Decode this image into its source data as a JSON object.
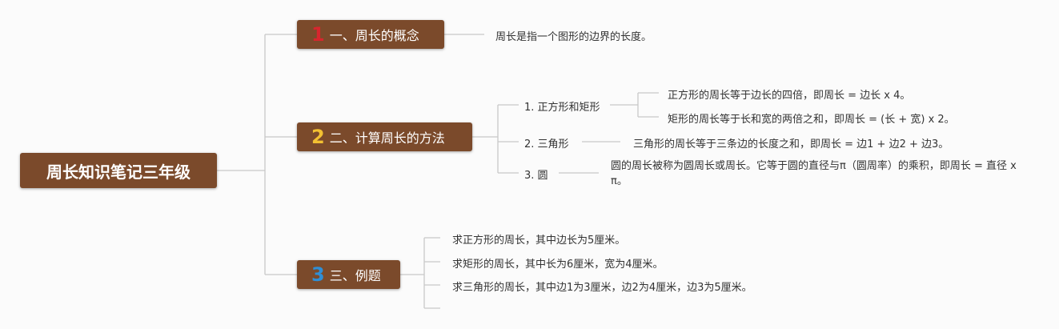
{
  "root": {
    "title": "周长知识笔记三年级"
  },
  "branches": [
    {
      "num": "1",
      "title": "一、周长的概念",
      "num_color": "#d7262e"
    },
    {
      "num": "2",
      "title": "二、计算周长的方法",
      "num_color": "#f3c132"
    },
    {
      "num": "3",
      "title": "三、例题",
      "num_color": "#2f8fd6"
    }
  ],
  "concept": {
    "text": "周长是指一个图形的边界的长度。"
  },
  "methods": {
    "square_rect": {
      "label": "1. 正方形和矩形",
      "square": "正方形的周长等于边长的四倍，即周长 = 边长 x 4。",
      "rect": "矩形的周长等于长和宽的两倍之和，即周长 = (长 + 宽) x 2。"
    },
    "triangle": {
      "label": "2. 三角形",
      "text": "三角形的周长等于三条边的长度之和，即周长 = 边1 + 边2 + 边3。"
    },
    "circle": {
      "label": "3. 圆",
      "text": "圆的周长被称为圆周长或周长。它等于圆的直径与π（圆周率）的乘积，即周长 = 直径 x π。"
    }
  },
  "examples": [
    "求正方形的周长，其中边长为5厘米。",
    "求矩形的周长，其中长为6厘米，宽为4厘米。",
    "求三角形的周长，其中边1为3厘米，边2为4厘米，边3为5厘米。"
  ],
  "colors": {
    "node_bg": "#7b4a2b",
    "line": "#c8c8c8",
    "text": "#333333"
  }
}
